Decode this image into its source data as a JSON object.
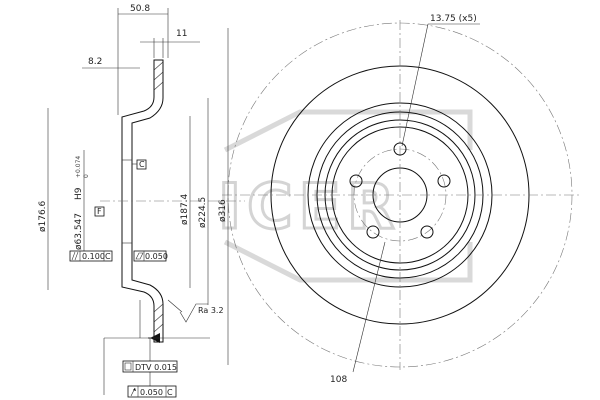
{
  "dimensions": {
    "width_total": "50.8",
    "thickness": "11",
    "hat_offset": "8.2",
    "bolt_hole": "13.75 (x5)",
    "dia_176": "ø176.6",
    "dia_63": "ø63.547",
    "fit_class": "H9",
    "tol_upper": "+0.074",
    "tol_lower": "0",
    "dia_187": "ø187.4",
    "dia_224": "ø224.5",
    "dia_316": "ø316",
    "roughness": "Ra 3.2",
    "pcd": "108"
  },
  "datums": {
    "c": "C",
    "f": "F"
  },
  "tolerances": {
    "parallel": "0.100",
    "parallel_ref": "C",
    "flatness": "0.050",
    "dtv": "DTV 0.015",
    "runout": "0.050",
    "runout_ref": "C"
  },
  "watermark": {
    "logo": "ICER"
  },
  "icons": {
    "parallel": "parallel-symbol-icon",
    "flatness": "flatness-symbol-icon",
    "thickness_variation": "thickness-variation-icon",
    "runout": "runout-arrow-icon",
    "roughness": "surface-roughness-icon"
  }
}
